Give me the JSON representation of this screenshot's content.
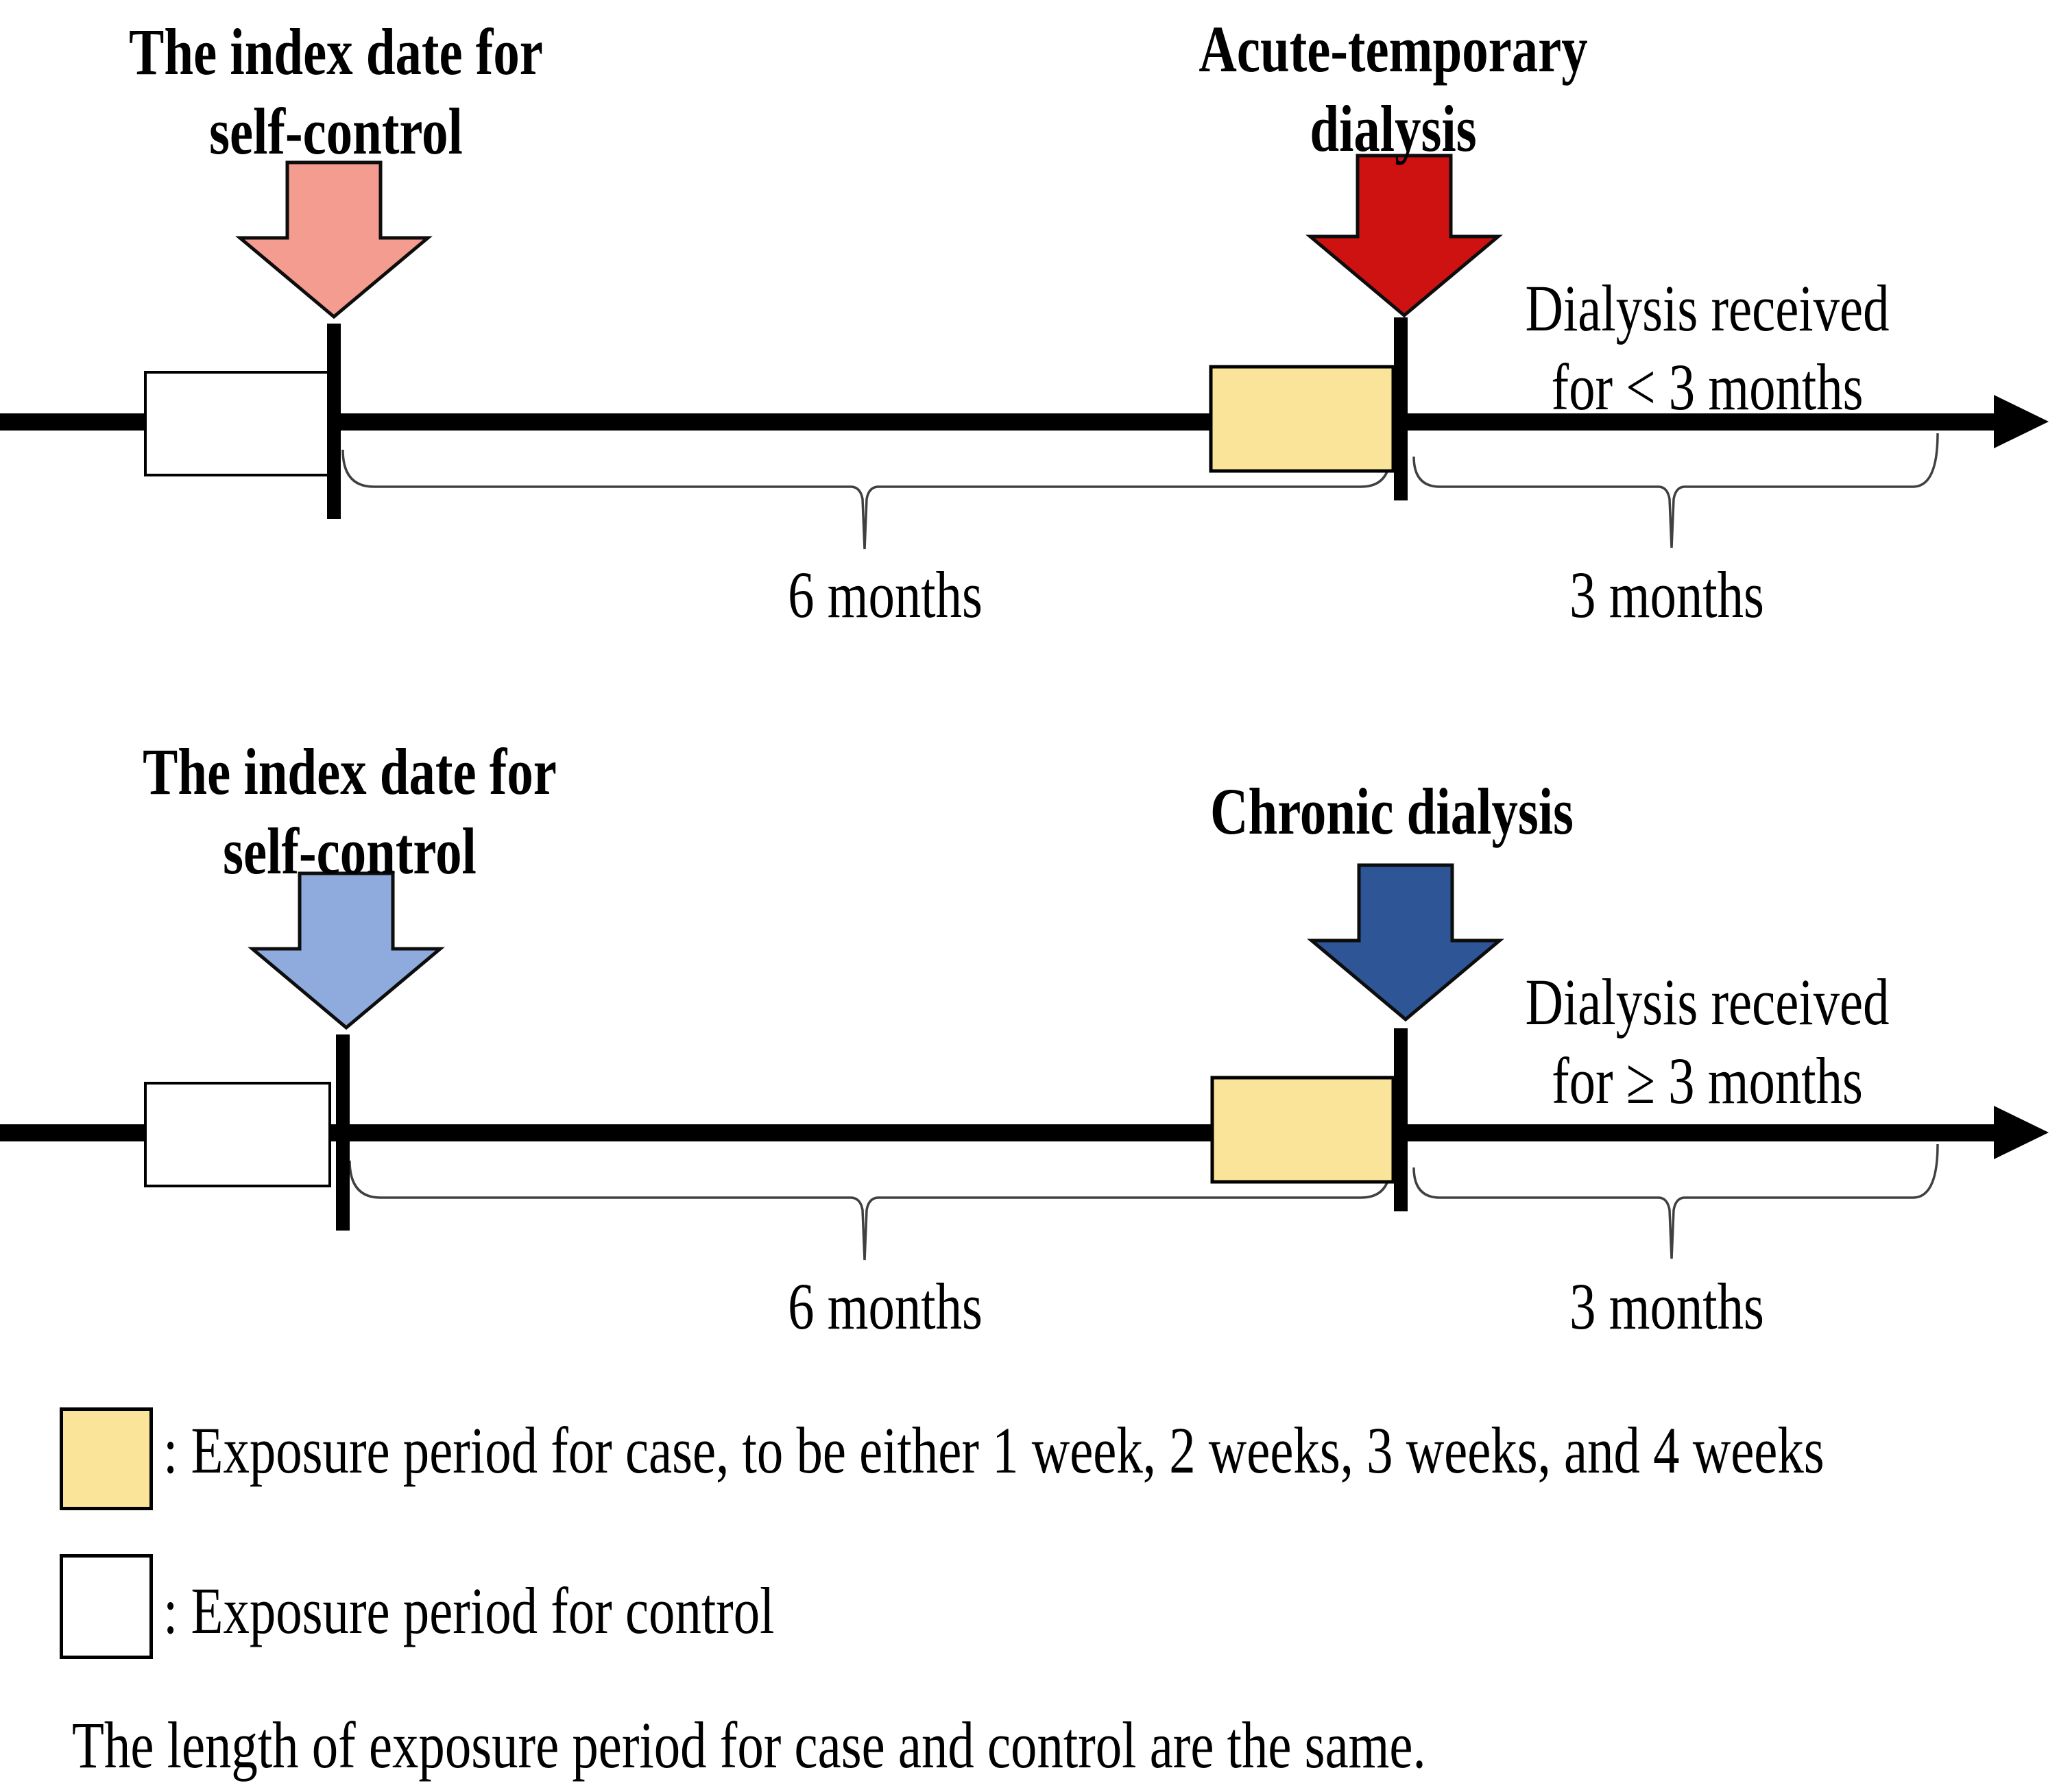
{
  "colors": {
    "case_exposure_fill": "#FAE499",
    "control_exposure_fill": "#FFFFFF",
    "index_arrow_top_fill": "#F49C90",
    "acute_dialysis_arrow_fill": "#CE1212",
    "index_arrow_bottom_fill": "#8FAADC",
    "chronic_dialysis_arrow_fill": "#2E5596",
    "timeline_color": "#000000",
    "brace_color": "#404040"
  },
  "top_panel": {
    "index_label": {
      "line1": "The index date for",
      "line2": "self-control"
    },
    "event_label": {
      "line1": "Acute-temporary",
      "line2": "dialysis"
    },
    "outcome_label": {
      "line1": "Dialysis received",
      "line2": "for < 3 months"
    },
    "pre_window_label": "6 months",
    "post_window_label": "3 months"
  },
  "bottom_panel": {
    "index_label": {
      "line1": "The index date for",
      "line2": "self-control"
    },
    "event_label": "Chronic dialysis",
    "outcome_label": {
      "line1": "Dialysis received",
      "line2": "for ≥ 3 months"
    },
    "pre_window_label": "6 months",
    "post_window_label": "3 months"
  },
  "legend": {
    "case_item": ": Exposure period for case, to be either 1 week, 2 weeks, 3 weeks, and 4 weeks",
    "control_item": ": Exposure period for control"
  },
  "footnote": "The length of exposure period for case and control are the same."
}
